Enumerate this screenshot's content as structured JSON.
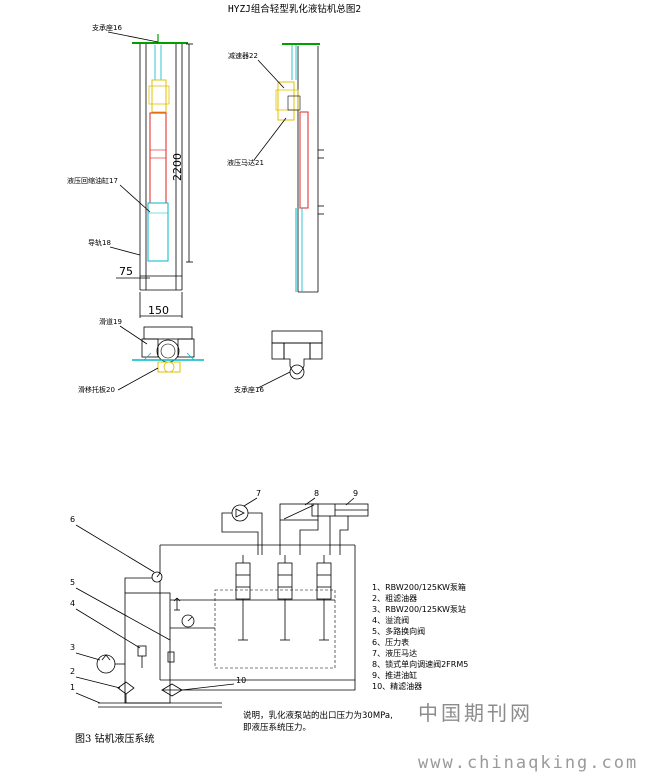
{
  "figure1": {
    "title": "HYZJ组合轻型乳化液钻机总图2",
    "labels": {
      "support16_top": "支承座16",
      "reducer22": "减速器22",
      "cylinder17": "液压回缩油缸17",
      "motor21": "液压马达21",
      "rail18": "导轨18",
      "slide19": "滑道19",
      "plate20": "滑移托板20",
      "support16_bottom": "支承座16"
    },
    "dimensions": {
      "height": "2200",
      "offset": "75",
      "width": "150"
    }
  },
  "figure3": {
    "caption": "图3   钻机液压系统",
    "component_numbers": [
      "1",
      "2",
      "3",
      "4",
      "5",
      "6",
      "7",
      "8",
      "9",
      "10"
    ],
    "legend": [
      "1、RBW200/125KW泵箱",
      "2、粗滤油器",
      "3、RBW200/125KW泵站",
      "4、溢流阀",
      "5、多路换向阀",
      "6、压力表",
      "7、液压马达",
      "8、锁式单向调速阀2FRM5",
      "9、推进油缸",
      "10、精滤油器"
    ],
    "note_line1": "说明，乳化液泵站的出口压力为30MPa,",
    "note_line2": "即液压系统压力。"
  },
  "watermark": {
    "cn": "中国期刊网",
    "url": "www.chinaqking.com"
  },
  "colors": {
    "green": "#00a000",
    "yellow": "#e0c000",
    "red": "#e02020",
    "cyan": "#00b8c8"
  }
}
